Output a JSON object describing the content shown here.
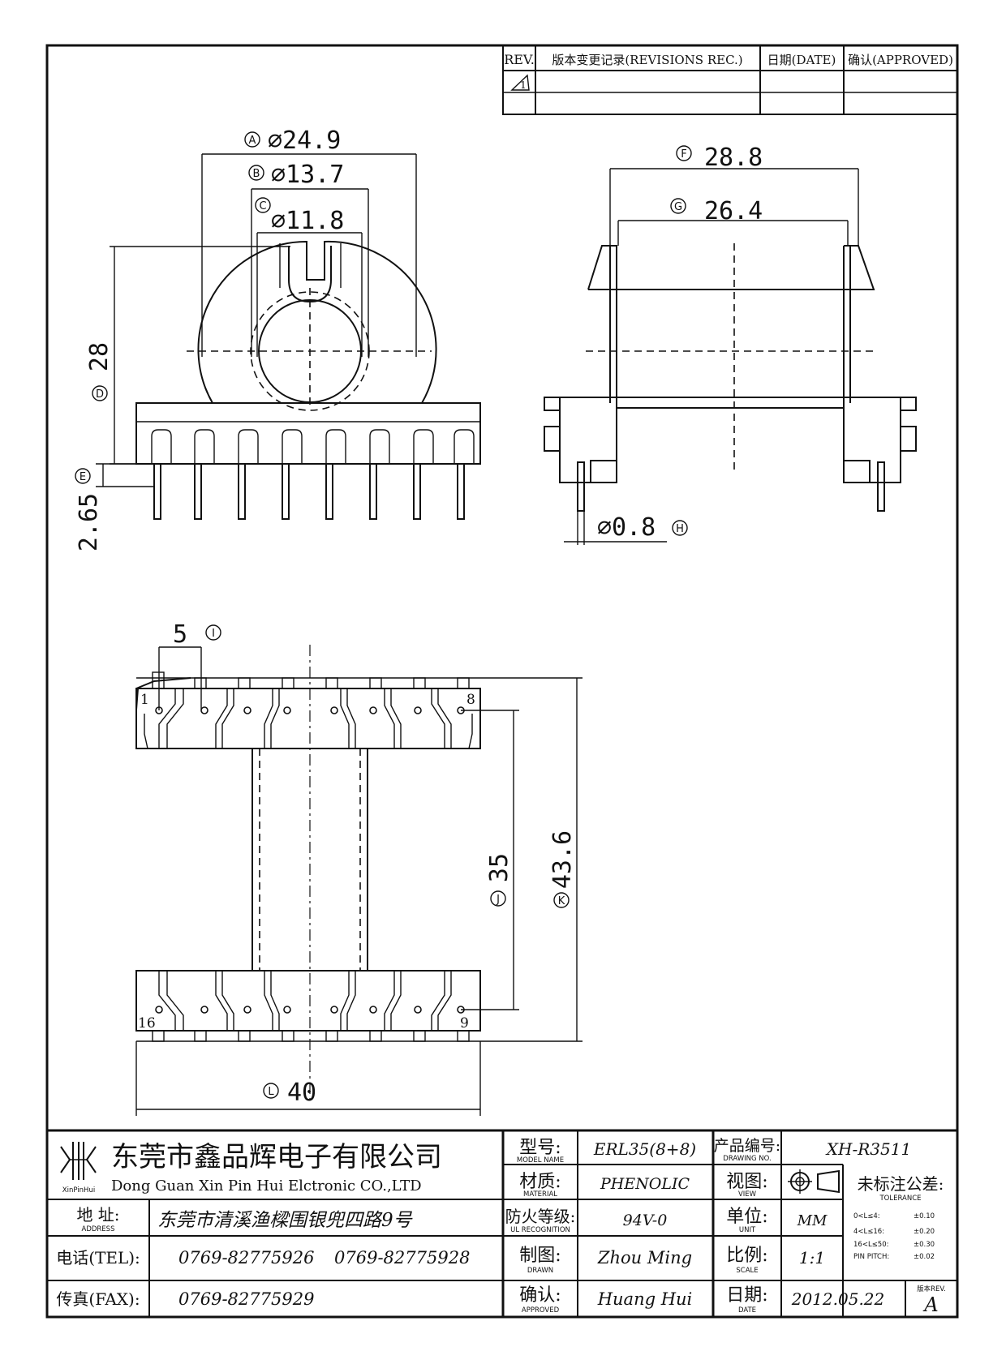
{
  "revision_table": {
    "headers": [
      "REV.",
      "版本变更记录(REVISIONS REC.)",
      "日期(DATE)",
      "确认(APPROVED)"
    ],
    "rev_mark": "1"
  },
  "dimensions": {
    "a": {
      "marker": "A",
      "text": "⌀24.9"
    },
    "b": {
      "marker": "B",
      "text": "⌀13.7"
    },
    "c": {
      "marker": "C",
      "text": "⌀11.8"
    },
    "d": {
      "marker": "D",
      "text": "28"
    },
    "e": {
      "marker": "E",
      "text": "2.65"
    },
    "f": {
      "marker": "F",
      "text": "28.8"
    },
    "g": {
      "marker": "G",
      "text": "26.4"
    },
    "h": {
      "marker": "H",
      "text": "⌀0.8"
    },
    "i": {
      "marker": "I",
      "text": "5"
    },
    "j": {
      "marker": "J",
      "text": "35"
    },
    "k": {
      "marker": "K",
      "text": "43.6"
    },
    "l": {
      "marker": "L",
      "text": "40"
    }
  },
  "pin_labels": {
    "top_left": "1",
    "top_right": "8",
    "bottom_left": "16",
    "bottom_right": "9"
  },
  "title_block": {
    "company_cn": "东莞市鑫品辉电子有限公司",
    "company_en": "Dong Guan Xin Pin Hui Elctronic CO.,LTD",
    "logo_text": "XinPinHui",
    "address_label": "地  址:",
    "address_label_en": "ADDRESS",
    "address_value": "东莞市清溪渔樑围银兜四路9号",
    "tel_label": "电话(TEL):",
    "tel_value_1": "0769-82775926",
    "tel_value_2": "0769-82775928",
    "fax_label": "传真(FAX):",
    "fax_value": "0769-82775929",
    "model_label": "型号:",
    "model_label_en": "MODEL NAME",
    "model_value": "ERL35(8+8)",
    "material_label": "材质:",
    "material_label_en": "MATERIAL",
    "material_value": "PHENOLIC",
    "fire_label": "防火等级:",
    "fire_label_en": "UL RECOGNITION",
    "fire_value": "94V-0",
    "drawn_label": "制图:",
    "drawn_label_en": "DRAWN",
    "drawn_value": "Zhou Ming",
    "approved_label": "确认:",
    "approved_label_en": "APPROVED",
    "approved_value": "Huang Hui",
    "drawing_no_label": "产品编号:",
    "drawing_no_label_en": "DRAWING NO.",
    "drawing_no_value": "XH-R3511",
    "view_label": "视图:",
    "view_label_en": "VIEW",
    "unit_label": "单位:",
    "unit_label_en": "UNIT",
    "unit_value": "MM",
    "scale_label": "比例:",
    "scale_label_en": "SCALE",
    "scale_value": "1:1",
    "date_label": "日期:",
    "date_label_en": "DATE",
    "date_value": "2012.05.22",
    "tolerance_label": "未标注公差:",
    "tolerance_label_en": "TOLERANCE",
    "tolerances": [
      {
        "range": "0<L≤4:",
        "value": "±0.10"
      },
      {
        "range": "4<L≤16:",
        "value": "±0.20"
      },
      {
        "range": "16<L≤50:",
        "value": "±0.30"
      },
      {
        "range": "PIN PITCH:",
        "value": "±0.02"
      }
    ],
    "version_label": "版本REV.",
    "version_value": "A"
  }
}
